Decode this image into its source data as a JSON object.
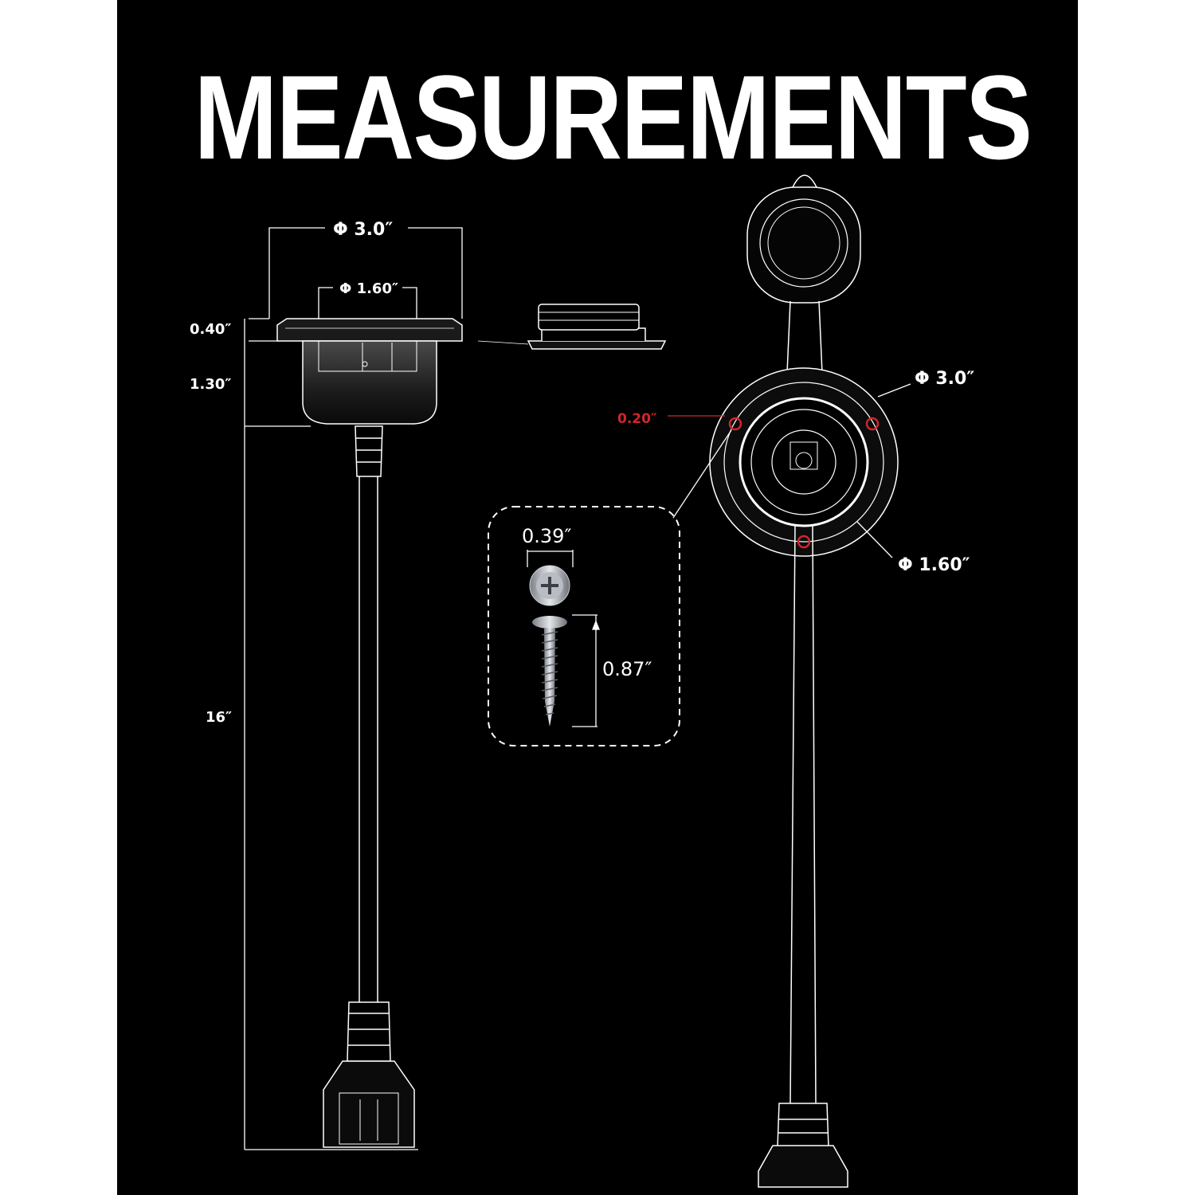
{
  "title": "MEASUREMENTS",
  "colors": {
    "background": "#000000",
    "text": "#ffffff",
    "accent": "#d0262d"
  },
  "side_view": {
    "outer_diameter": "Φ 3.0″",
    "inner_diameter": "Φ 1.60″",
    "flange_height": "0.40″",
    "body_height": "1.30″",
    "cable_length": "16″"
  },
  "front_view": {
    "outer_diameter": "Φ 3.0″",
    "screw_hole": "0.20″",
    "inner_diameter": "Φ 1.60″"
  },
  "screw": {
    "head_width": "0.39″",
    "length": "0.87″"
  }
}
